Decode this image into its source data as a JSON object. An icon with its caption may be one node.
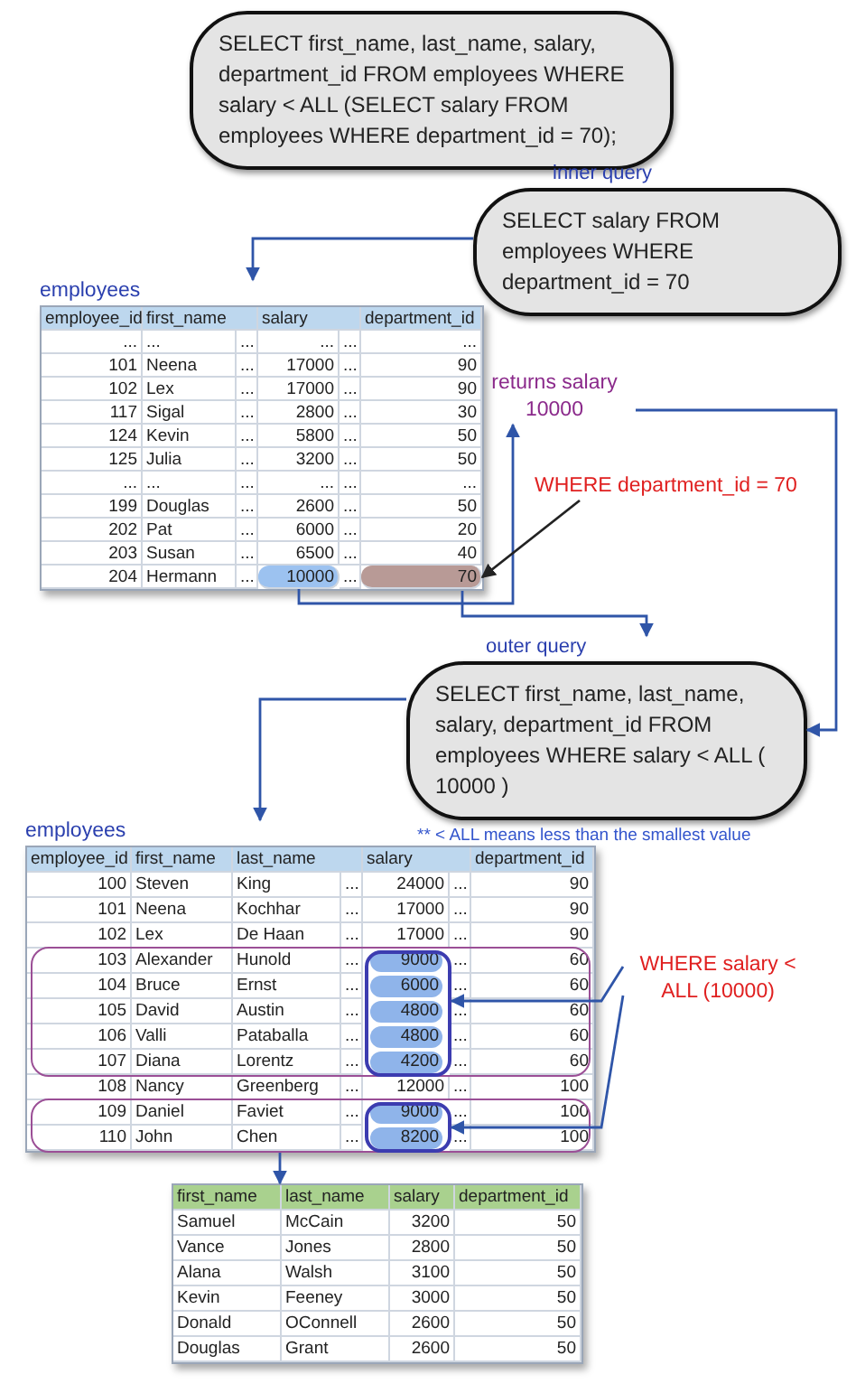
{
  "diagram": {
    "nodes": [
      {
        "text": [
          "SELECT first_name, last_name, salary, department_id FROM employees WHERE salary < ALL (SELECT salary FROM employees WHERE department_id = 70);"
        ]
      },
      {
        "text": [
          "inner query",
          "SELECT salary FROM employees WHERE department_id = 70"
        ]
      },
      {
        "text": [
          "employees"
        ]
      },
      {
        "text": [
          "10000"
        ],
        "in": 2
      },
      {
        "text": [
          "70"
        ],
        "in": 2
      },
      {
        "text": [
          "returns salary",
          "10000"
        ]
      },
      {
        "text": [
          "WHERE department_id = 70"
        ]
      },
      {
        "text": [
          "outer query",
          "SELECT first_name, last_name, salary, department_id FROM employees WHERE salary < ALL ( 10000 )"
        ],
        "beside": [
          "** < ALL means less than the smallest value"
        ]
      },
      {
        "text": [
          "employees"
        ]
      },
      {
        "text": [],
        "shape": "box",
        "in": 8
      },
      {
        "text": [],
        "shape": "box",
        "in": 9
      },
      {
        "text": [],
        "shape": "box",
        "in": 8
      },
      {
        "text": [],
        "shape": "box",
        "in": 11
      },
      {
        "text": [
          "WHERE salary < ALL (10000)"
        ]
      },
      {
        "text": [],
        "shape": "box"
      }
    ],
    "edges": [
      {
        "from": 1,
        "to": 2,
        "arrow": "to"
      },
      {
        "from": 3,
        "to": 5,
        "arrow": "to"
      },
      {
        "from": 6,
        "to": 4,
        "arrow": "to",
        "color": "#222222"
      },
      {
        "from": 2,
        "to": 7,
        "arrow": "to"
      },
      {
        "from": 5,
        "to": 7,
        "arrow": "to"
      },
      {
        "from": 7,
        "to": 8,
        "arrow": "to"
      },
      {
        "from": 13,
        "to": 10,
        "arrow": "to"
      },
      {
        "from": 13,
        "to": 12,
        "arrow": "to"
      },
      {
        "from": 8,
        "to": 14,
        "arrow": "to"
      }
    ],
    "labels": [
      "employee_id",
      "first_name",
      "salary",
      "department_id",
      "...",
      "...",
      "...",
      "...",
      "...",
      "...",
      "101",
      "Neena",
      "...",
      "17000",
      "...",
      "90",
      "102",
      "Lex",
      "...",
      "17000",
      "...",
      "90",
      "117",
      "Sigal",
      "...",
      "2800",
      "...",
      "30",
      "124",
      "Kevin",
      "...",
      "5800",
      "...",
      "50",
      "125",
      "Julia",
      "...",
      "3200",
      "...",
      "50",
      "...",
      "...",
      "...",
      "...",
      "...",
      "...",
      "199",
      "Douglas",
      "...",
      "2600",
      "...",
      "50",
      "202",
      "Pat",
      "...",
      "6000",
      "...",
      "20",
      "203",
      "Susan",
      "...",
      "6500",
      "...",
      "40",
      "204",
      "Hermann",
      "...",
      "...",
      "employee_id",
      "first_name",
      "last_name",
      "salary",
      "department_id",
      "100",
      "Steven",
      "King",
      "...",
      "24000",
      "...",
      "90",
      "101",
      "Neena",
      "Kochhar",
      "...",
      "17000",
      "...",
      "90",
      "102",
      "Lex",
      "De Haan",
      "...",
      "17000",
      "...",
      "90",
      "103",
      "Alexander",
      "Hunold",
      "...",
      "9000",
      "...",
      "60",
      "104",
      "Bruce",
      "Ernst",
      "...",
      "6000",
      "...",
      "60",
      "105",
      "David",
      "Austin",
      "...",
      "4800",
      "...",
      "60",
      "106",
      "Valli",
      "Pataballa",
      "...",
      "4800",
      "...",
      "60",
      "107",
      "Diana",
      "Lorentz",
      "...",
      "4200",
      "...",
      "60",
      "108",
      "Nancy",
      "Greenberg",
      "...",
      "12000",
      "...",
      "100",
      "109",
      "Daniel",
      "Faviet",
      "...",
      "9000",
      "...",
      "100",
      "110",
      "John",
      "Chen",
      "...",
      "8200",
      "...",
      "100",
      "first_name",
      "last_name",
      "salary",
      "department_id",
      "Samuel",
      "McCain",
      "3200",
      "50",
      "Vance",
      "Jones",
      "2800",
      "50",
      "Alana",
      "Walsh",
      "3100",
      "50",
      "Kevin",
      "Feeney",
      "3000",
      "50",
      "Donald",
      "OConnell",
      "2600",
      "50",
      "Douglas",
      "Grant",
      "2600",
      "50"
    ]
  }
}
